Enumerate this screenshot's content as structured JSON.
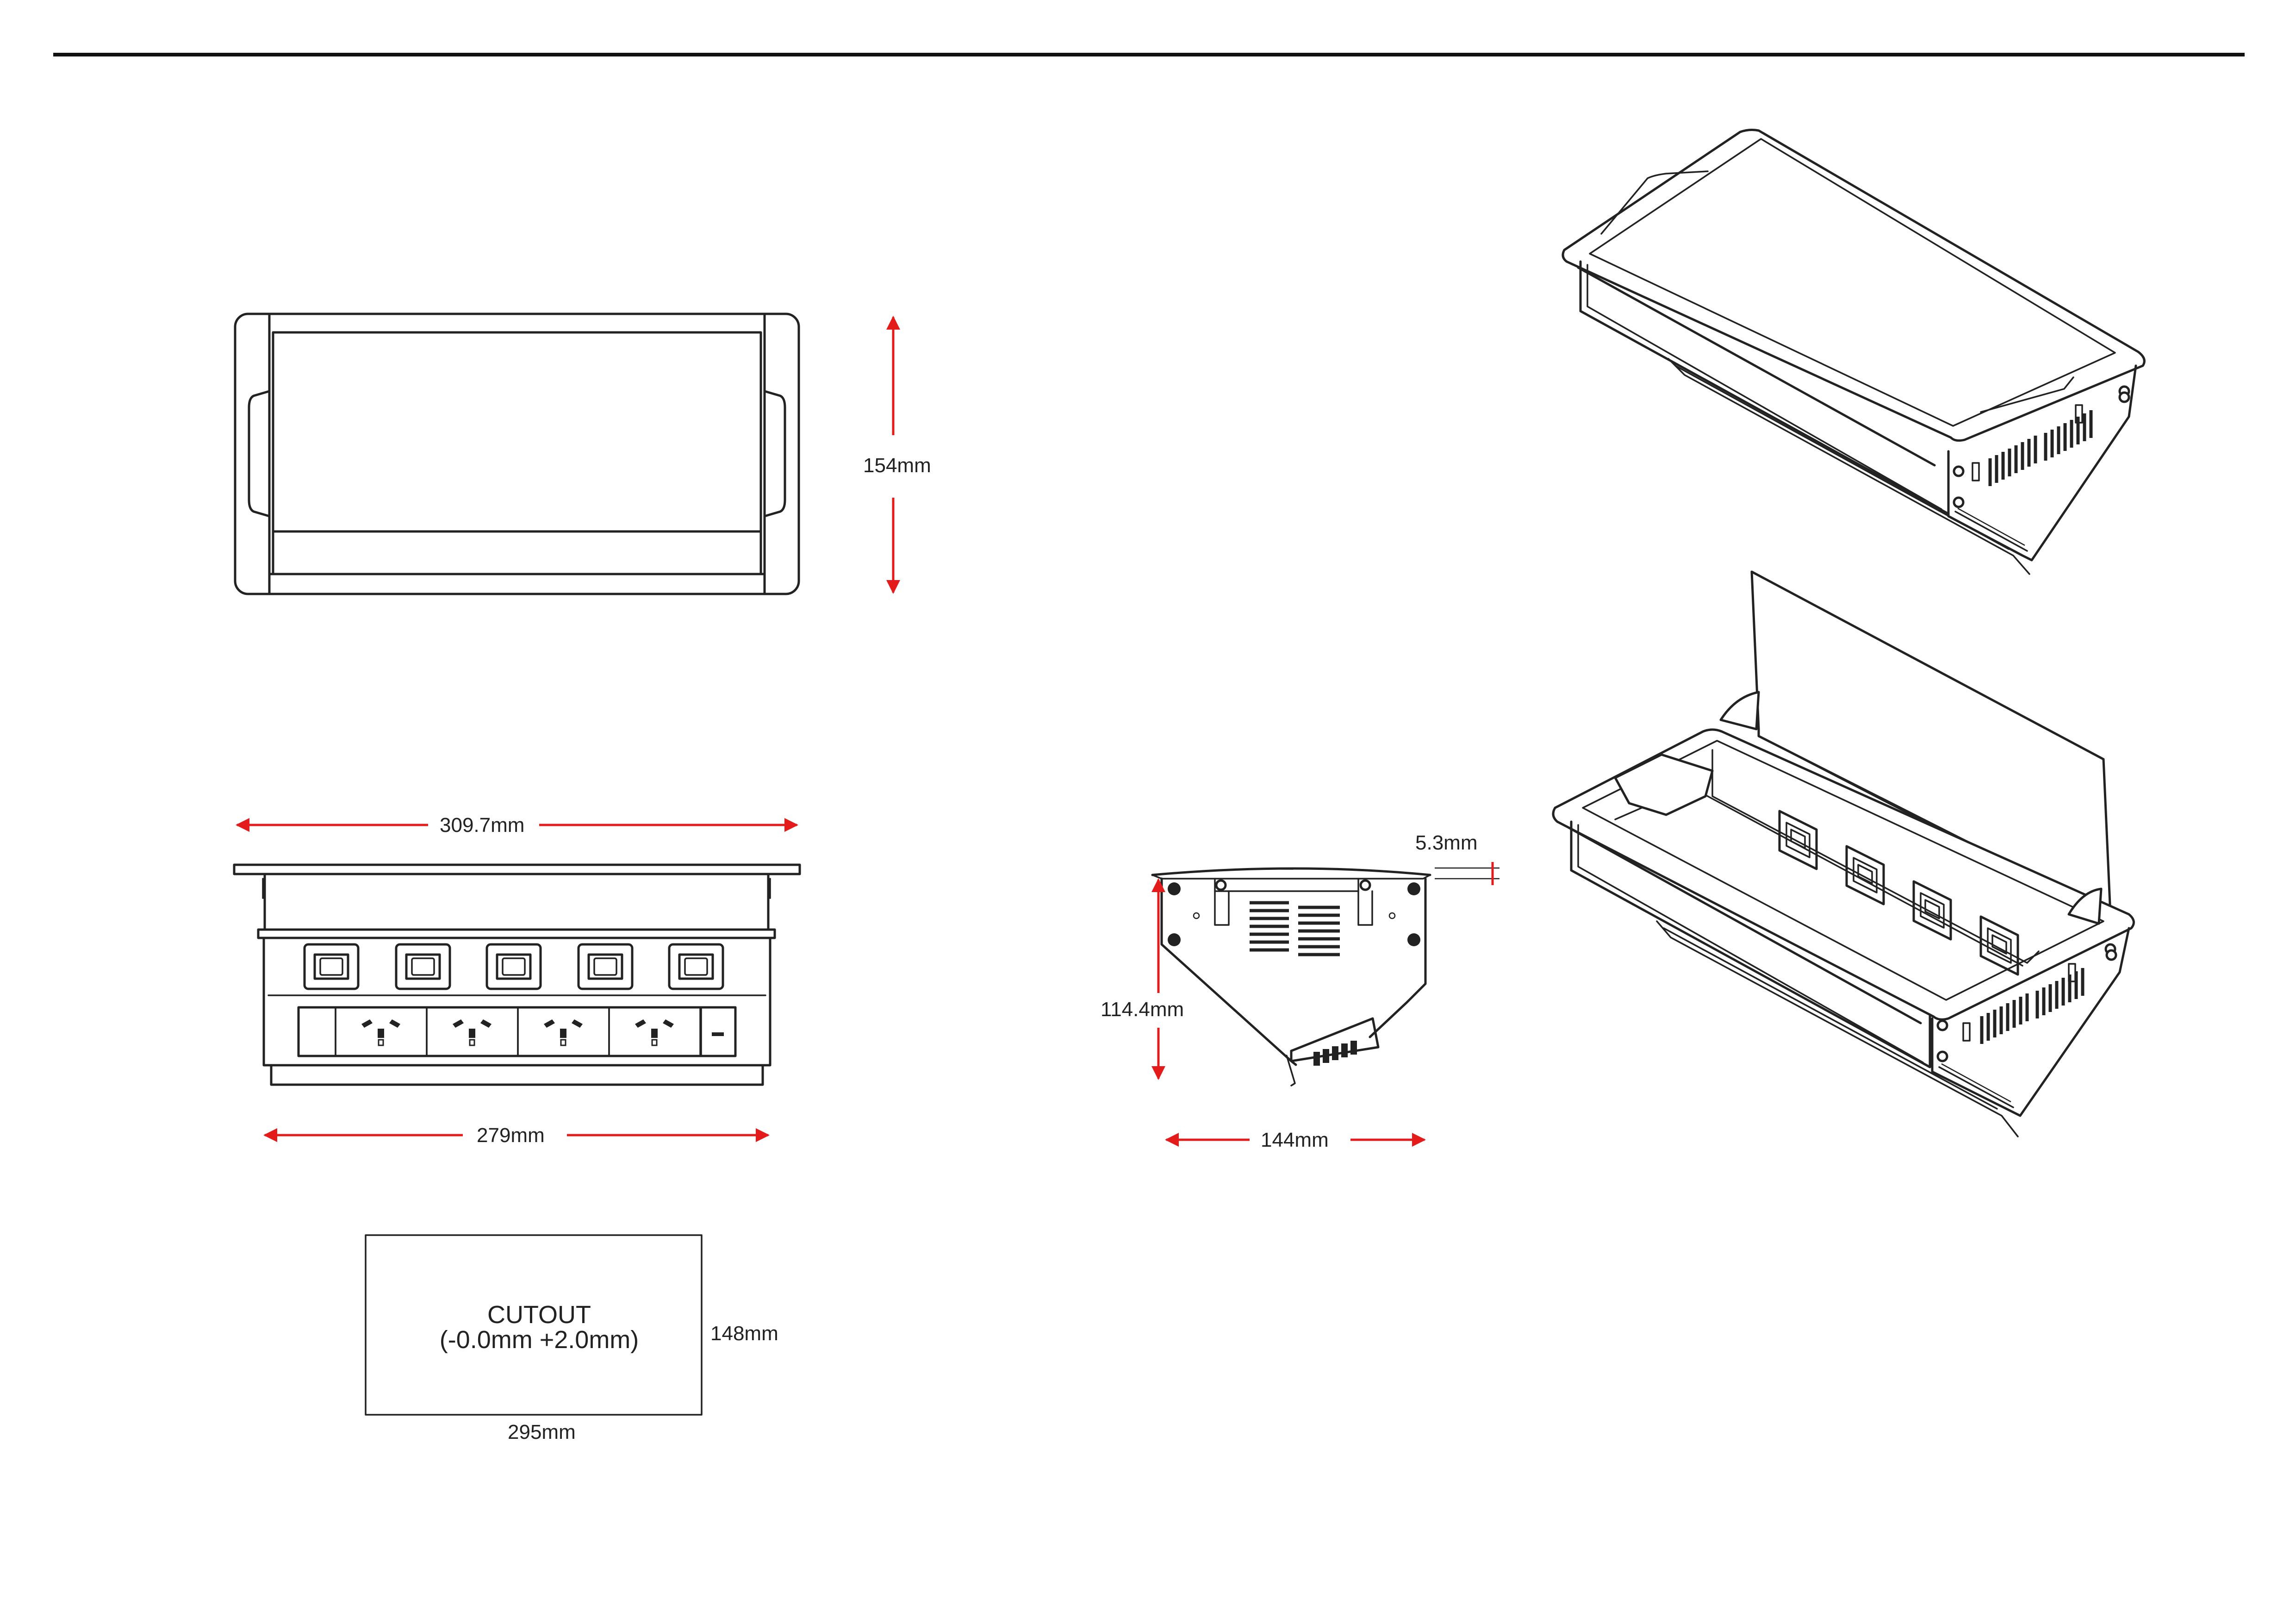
{
  "dimensions": {
    "height_top": "154mm",
    "width_top": "309.7mm",
    "width_body": "279mm",
    "lid_thickness": "5.3mm",
    "depth": "114.4mm",
    "side_width": "144mm"
  },
  "cutout": {
    "title": "CUTOUT",
    "tolerance": "(-0.0mm +2.0mm)",
    "height": "148mm",
    "width": "295mm"
  },
  "colors": {
    "line": "#222222",
    "dimension": "#e31b1b"
  }
}
